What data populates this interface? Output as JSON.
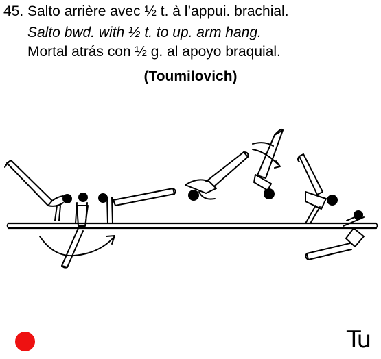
{
  "element": {
    "number": "45.",
    "name_fr": "Salto arrière avec ½ t. à l’appui. brachial.",
    "name_en": "Salto bwd. with ½ t. to up. arm hang.",
    "name_es": "Mortal atrás con ½ g. al apoyo braquial.",
    "named_after": "(Toumilovich)"
  },
  "figure": {
    "icon": "gymnast-parallel-bars-sequence"
  },
  "difficulty": {
    "icon": "red-dot",
    "color": "#ee1111"
  },
  "code": "Tu"
}
